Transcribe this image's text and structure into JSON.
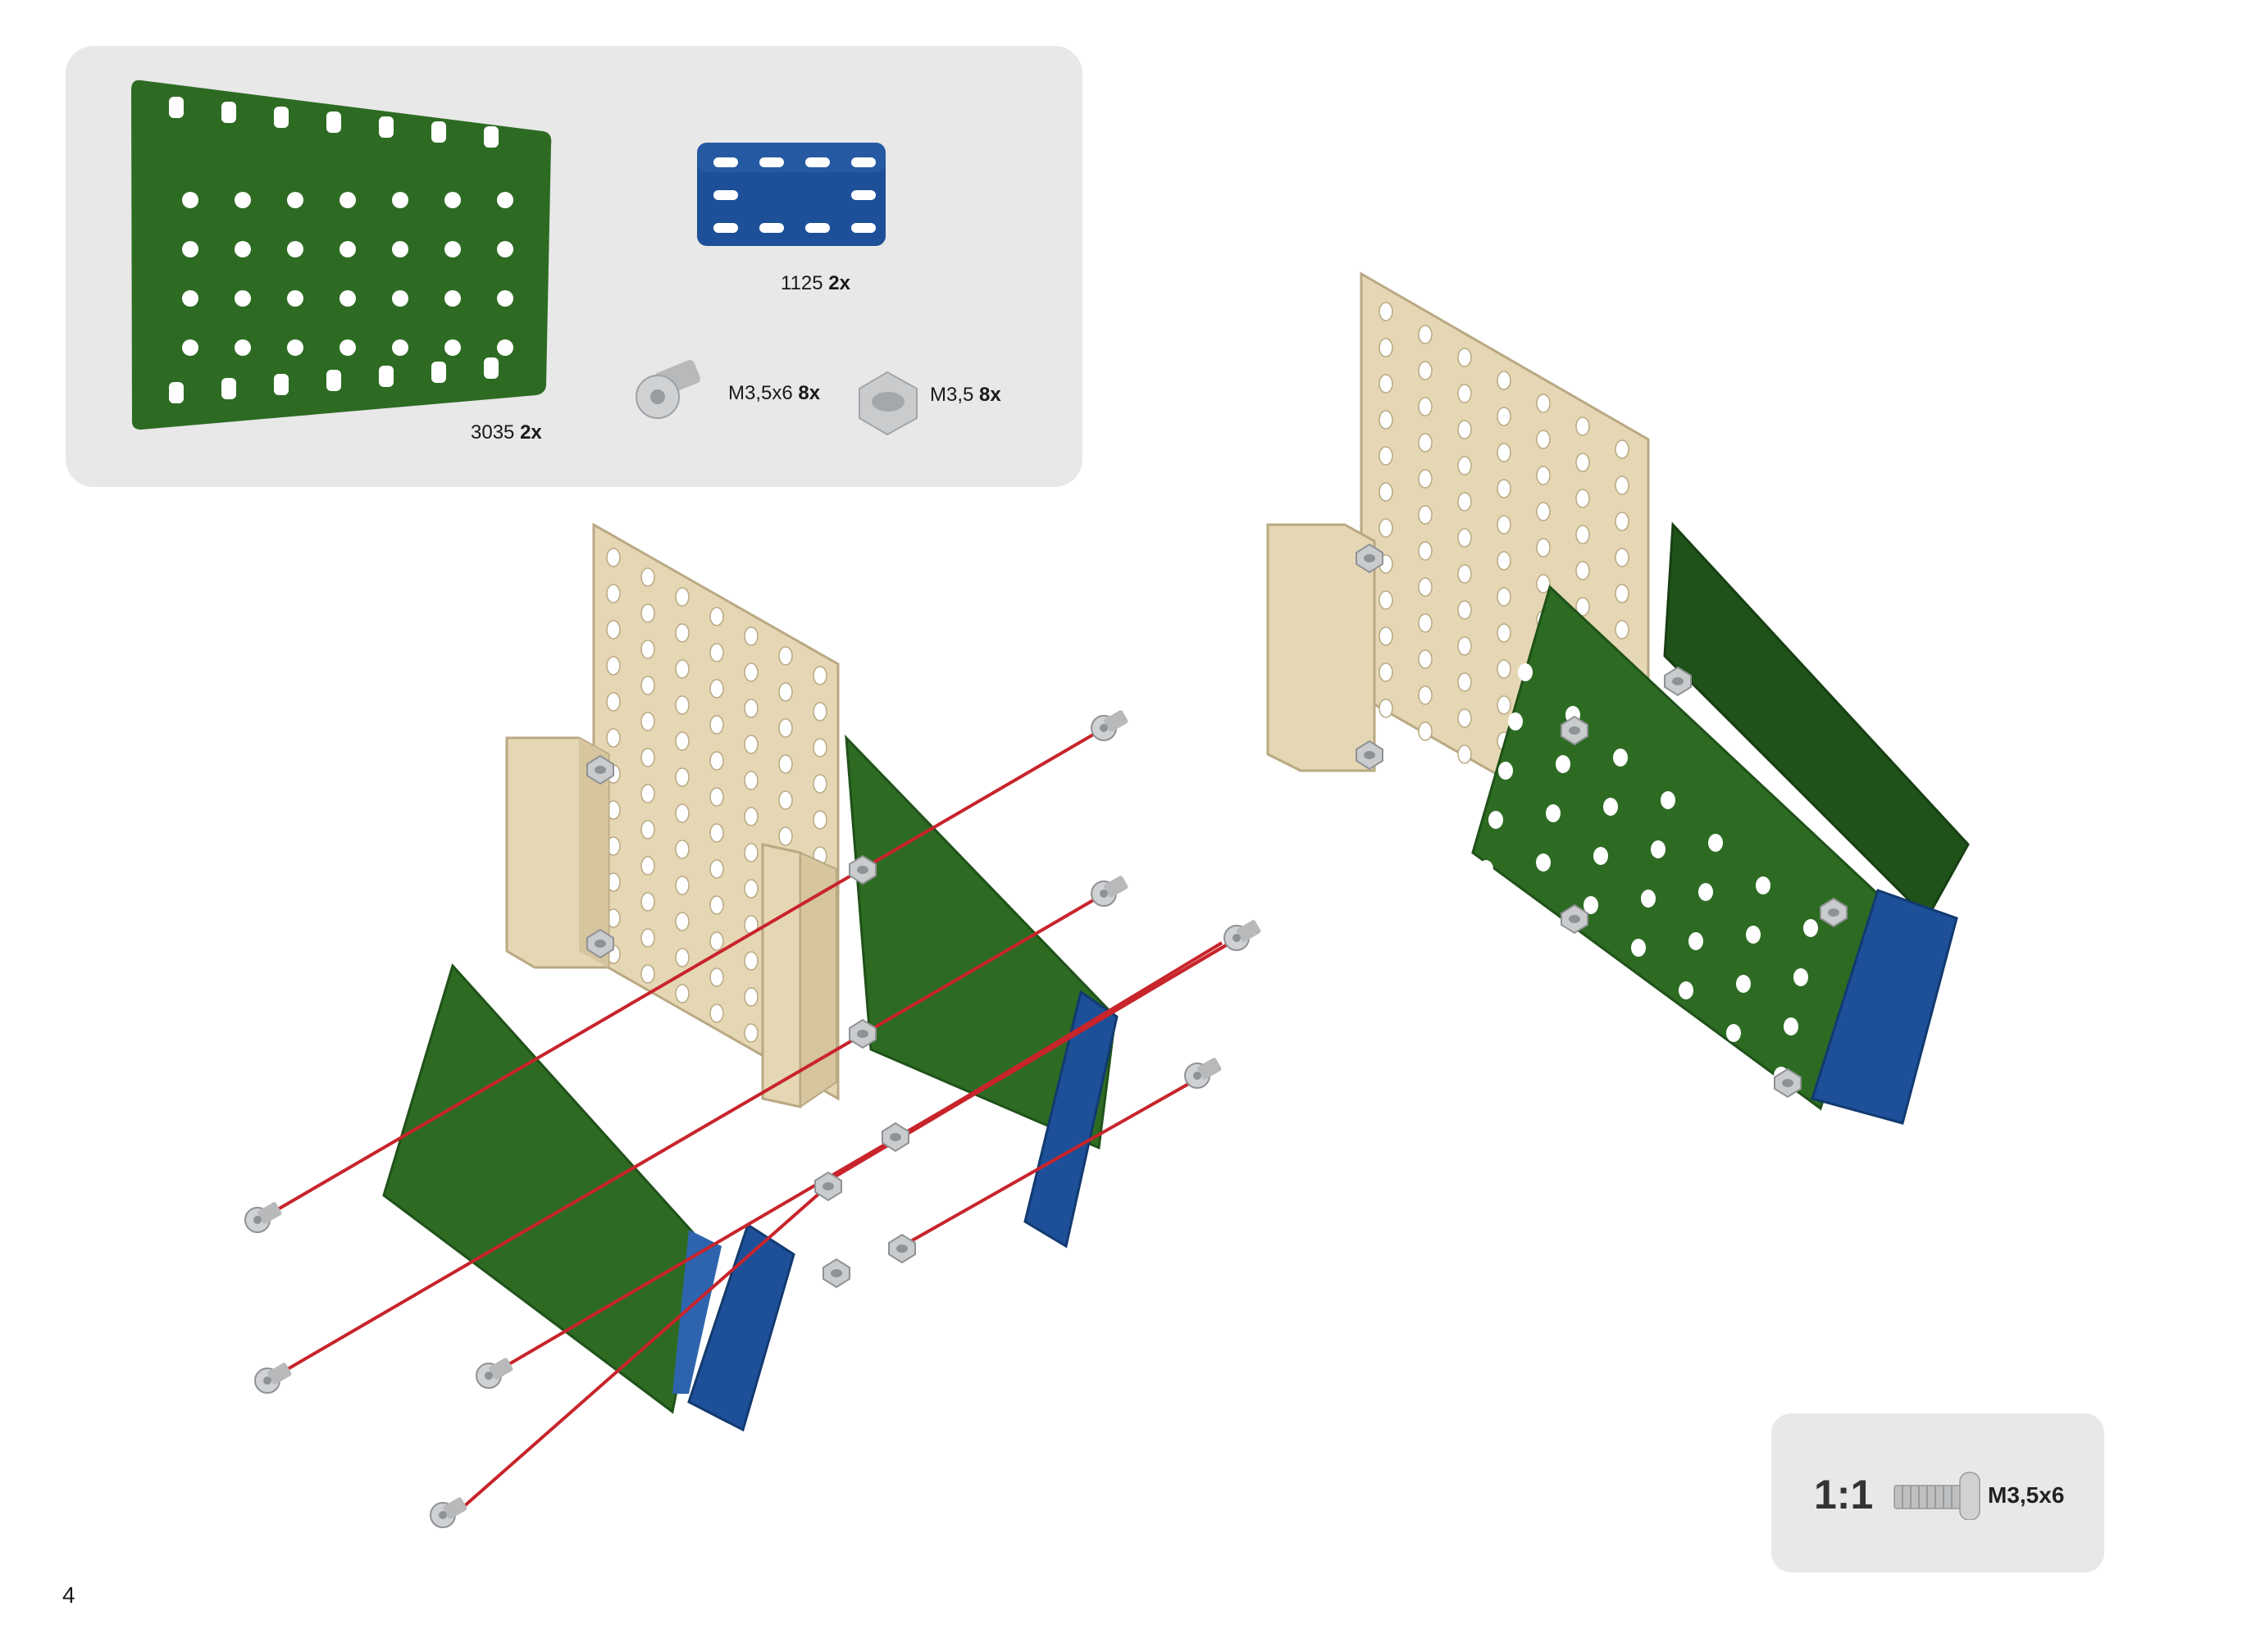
{
  "parts_panel": {
    "items": [
      {
        "part": "3035",
        "qty": "2x"
      },
      {
        "part": "1125",
        "qty": "2x"
      },
      {
        "part": "M3,5x6",
        "qty": "8x"
      },
      {
        "part": "M3,5",
        "qty": "8x"
      }
    ]
  },
  "scale_panel": {
    "ratio": "1:1",
    "label": "M3,5x6"
  },
  "page_number": "4",
  "colors": {
    "green": "#2d6b23",
    "green_dark": "#1f5219",
    "blue": "#1d5098",
    "tan": "#e6d7b4",
    "screw": "#c2c4c6",
    "red_line": "#c8242b",
    "panel": "#e8e8e8"
  }
}
